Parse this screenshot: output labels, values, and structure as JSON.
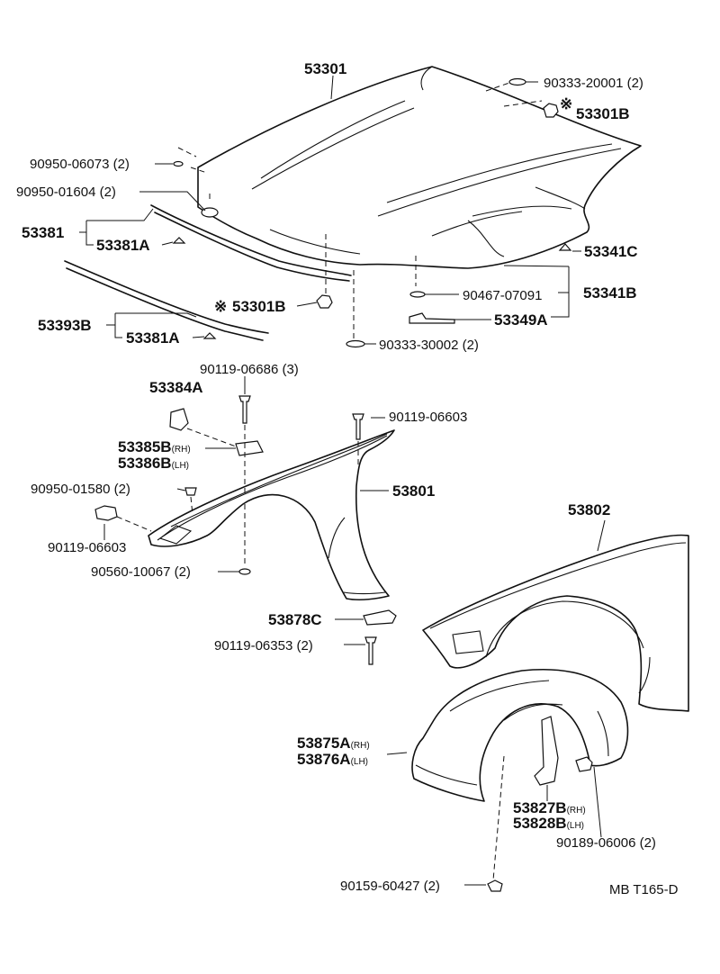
{
  "labels": {
    "hood": "53301",
    "clip_90333_20001": "90333-20001 (2)",
    "cushion_53301b_top": "53301B",
    "clip_90950_06073": "90950-06073 (2)",
    "clip_90950_01604": "90950-01604 (2)",
    "seal_53381": "53381",
    "seal_53381a_upper": "53381A",
    "cushion_53301b_mid": "53301B",
    "seal_53393b": "53393B",
    "seal_53381a_lower": "53381A",
    "support_53341c": "53341C",
    "clip_90467_07091": "90467-07091",
    "support_53341b": "53341B",
    "bracket_53349a": "53349A",
    "clip_90333_30002": "90333-30002 (2)",
    "bolt_90119_06686": "90119-06686 (3)",
    "bracket_53384a": "53384A",
    "bracket_53385b": "53385B",
    "bracket_53385b_side": "(RH)",
    "bracket_53386b": "53386B",
    "bracket_53386b_side": "(LH)",
    "bolt_90119_06603_top": "90119-06603",
    "clip_90950_01580": "90950-01580 (2)",
    "fender_53801": "53801",
    "bolt_90119_06603_left": "90119-06603",
    "nut_90560_10067": "90560-10067 (2)",
    "fender_53802": "53802",
    "cover_53878c": "53878C",
    "bolt_90119_06353": "90119-06353 (2)",
    "liner_53875a": "53875A",
    "liner_53875a_side": "(RH)",
    "liner_53876a": "53876A",
    "liner_53876a_side": "(LH)",
    "seal_53827b": "53827B",
    "seal_53827b_side": "(RH)",
    "seal_53828b": "53828B",
    "seal_53828b_side": "(LH)",
    "screw_90189_06006": "90189-06006 (2)",
    "screw_90159_60427": "90159-60427 (2)",
    "asterisk_top": "※",
    "asterisk_mid": "※",
    "drawing_code": "MB T165-D"
  },
  "colors": {
    "ink": "#111111",
    "paper": "#ffffff"
  }
}
